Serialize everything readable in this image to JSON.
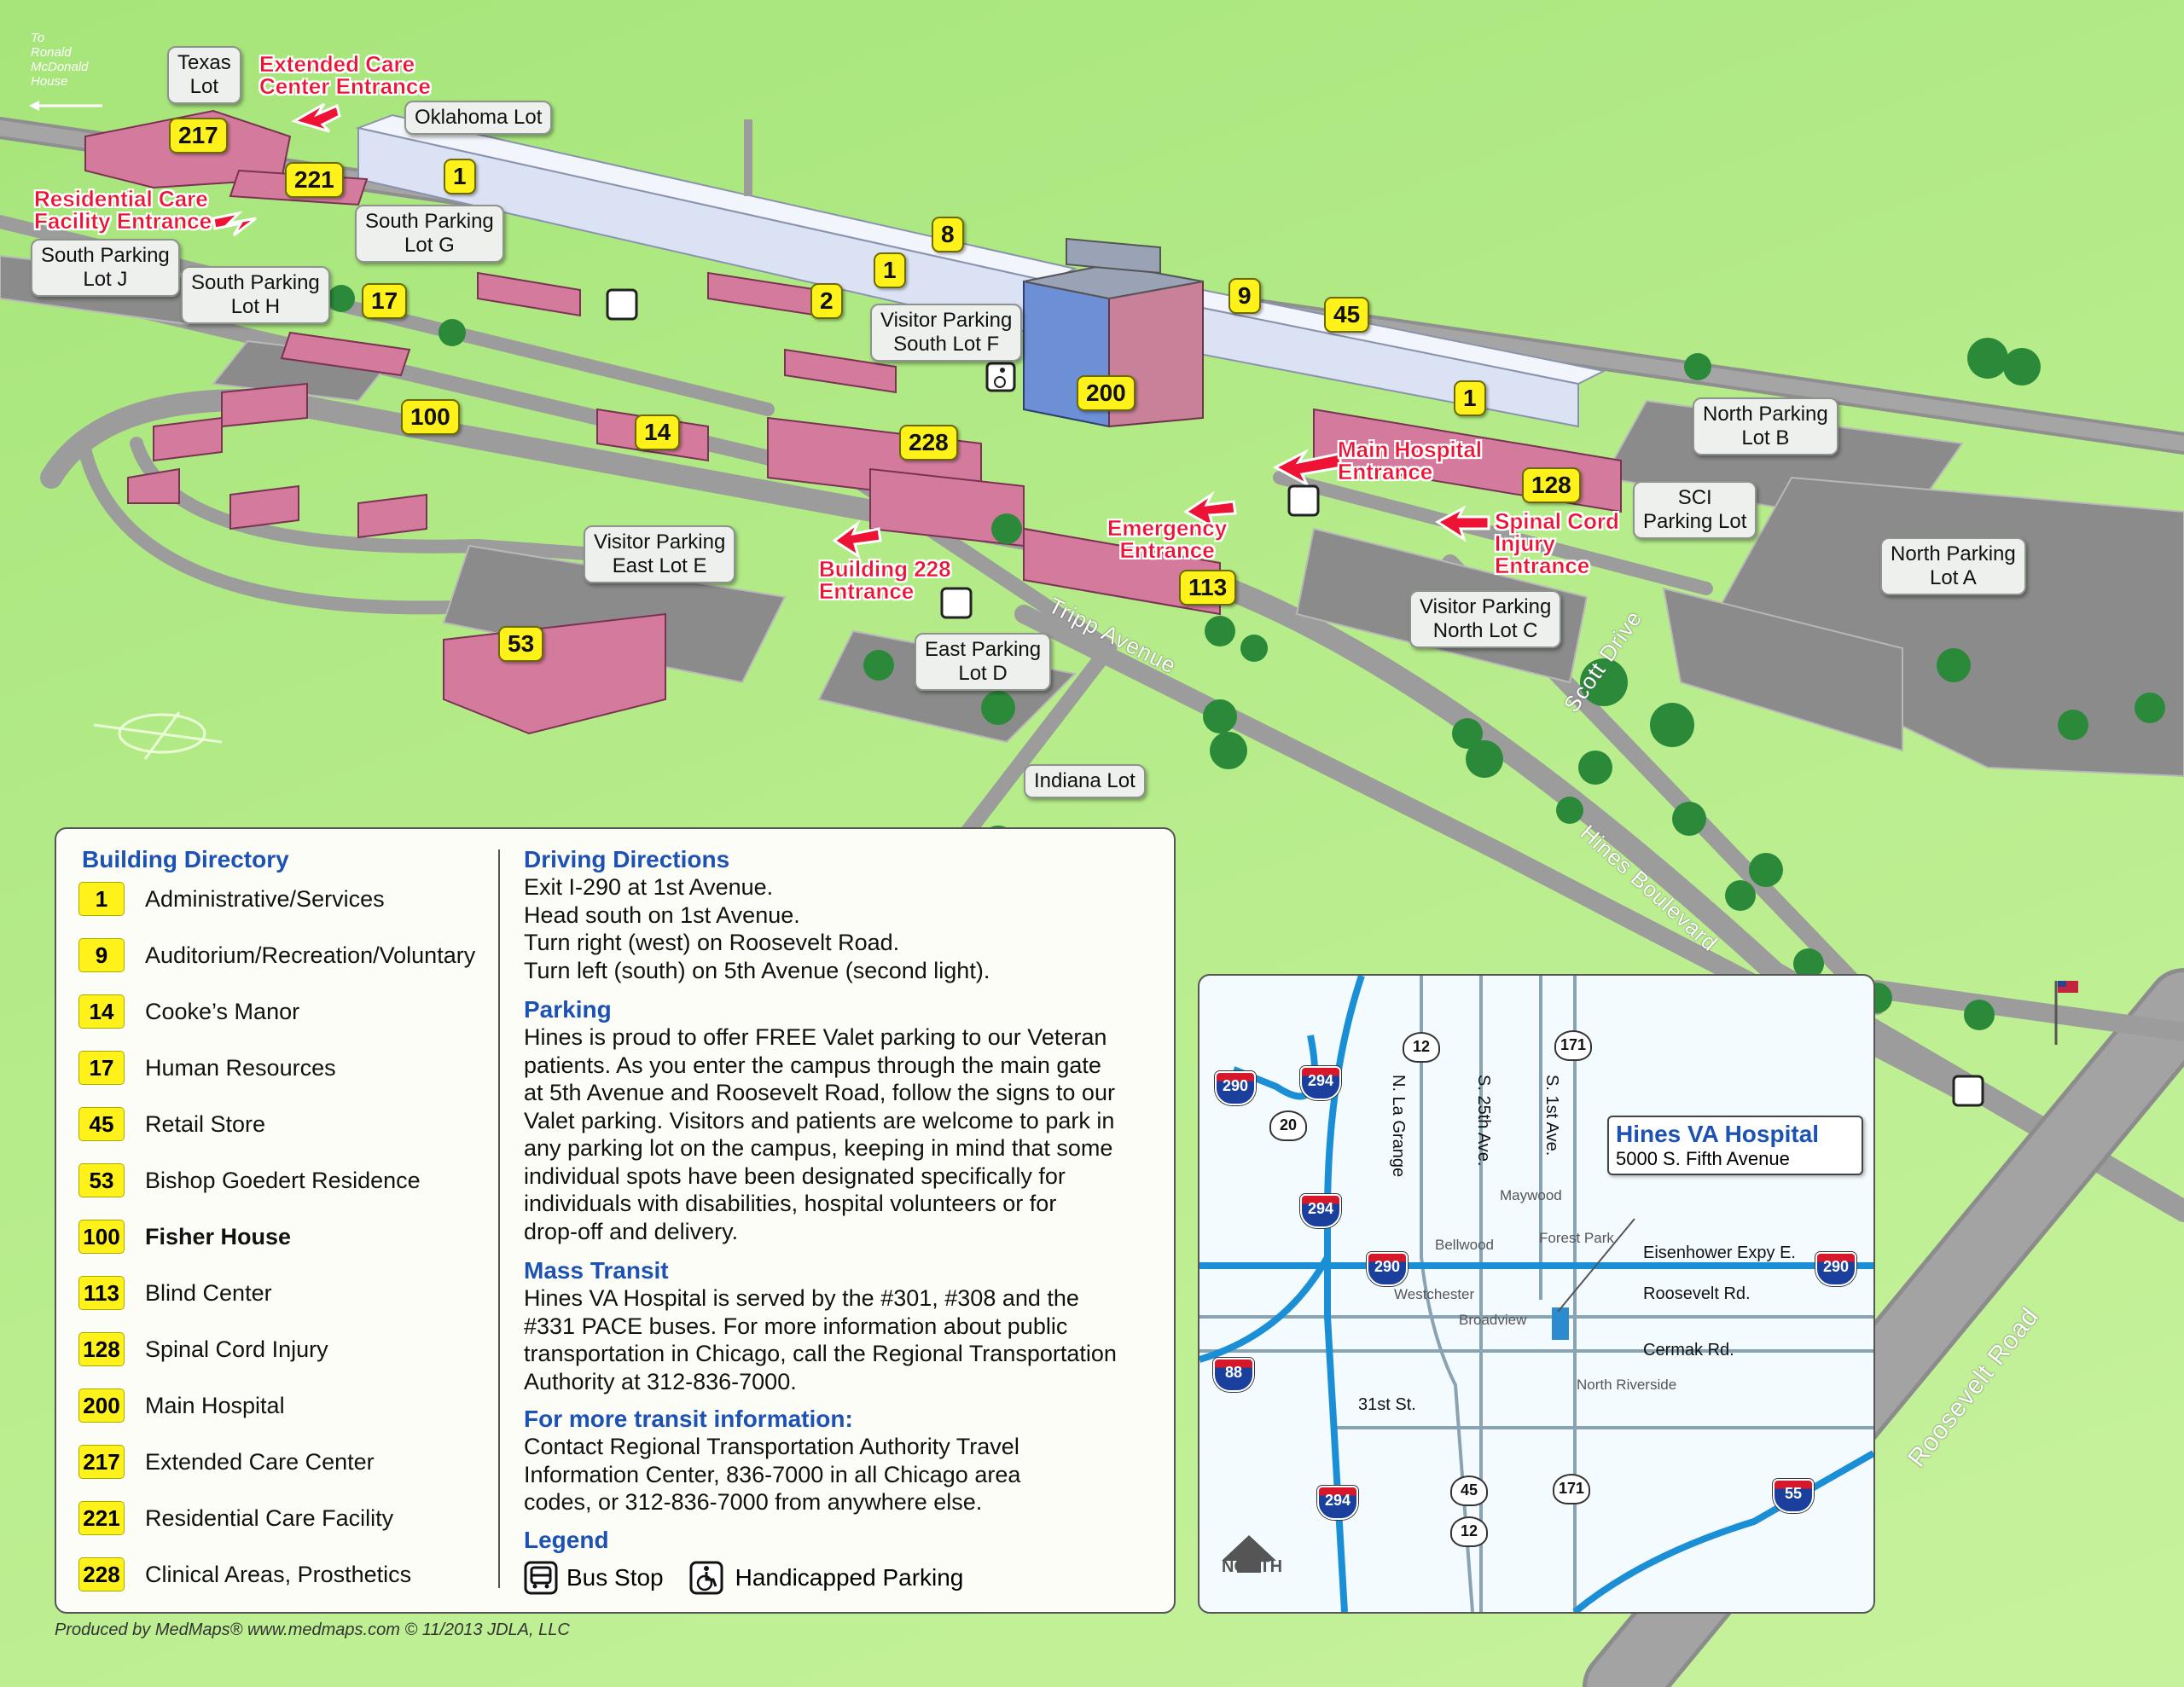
{
  "map": {
    "roads": [
      "Tripp Avenue",
      "Scott Drive",
      "Hines Boulevard",
      "Roosevelt Road"
    ],
    "arrow_note": [
      "To",
      "Ronald",
      "McDonald",
      "House"
    ],
    "lots": {
      "texas": [
        "Texas",
        "Lot"
      ],
      "oklahoma": [
        "Oklahoma Lot"
      ],
      "south_g": [
        "South Parking",
        "Lot G"
      ],
      "south_j": [
        "South Parking",
        "Lot J"
      ],
      "south_h": [
        "South Parking",
        "Lot H"
      ],
      "visitor_f": [
        "Visitor Parking",
        "South Lot F"
      ],
      "north_b": [
        "North Parking",
        "Lot B"
      ],
      "sci": [
        "SCI",
        "Parking Lot"
      ],
      "north_a": [
        "North Parking",
        "Lot A"
      ],
      "visitor_e": [
        "Visitor Parking",
        "East Lot E"
      ],
      "east_d": [
        "East Parking",
        "Lot D"
      ],
      "visitor_c": [
        "Visitor Parking",
        "North Lot C"
      ],
      "indiana": [
        "Indiana Lot"
      ]
    },
    "entrances": {
      "extended": [
        "Extended Care",
        "Center Entrance"
      ],
      "residential": [
        "Residential Care",
        "Facility Entrance"
      ],
      "main": [
        "Main Hospital",
        "Entrance"
      ],
      "emergency": [
        "Emergency",
        "Entrance"
      ],
      "spinal": [
        "Spinal Cord",
        "Injury",
        "Entrance"
      ],
      "b228": [
        "Building 228",
        "Entrance"
      ]
    },
    "building_numbers": {
      "b217": "217",
      "b221": "221",
      "b1a": "1",
      "b8": "8",
      "b1b": "1",
      "b2": "2",
      "b17": "17",
      "b9": "9",
      "b45": "45",
      "b200": "200",
      "b1c": "1",
      "b100": "100",
      "b14": "14",
      "b228": "228",
      "b128": "128",
      "b113": "113",
      "b53": "53"
    }
  },
  "directory": {
    "title": "Building Directory",
    "items": [
      {
        "num": "1",
        "name": "Administrative/Services"
      },
      {
        "num": "9",
        "name": "Auditorium/Recreation/Voluntary"
      },
      {
        "num": "14",
        "name": "Cooke’s Manor"
      },
      {
        "num": "17",
        "name": "Human Resources"
      },
      {
        "num": "45",
        "name": "Retail Store"
      },
      {
        "num": "53",
        "name": "Bishop Goedert Residence"
      },
      {
        "num": "100",
        "name": "Fisher House"
      },
      {
        "num": "113",
        "name": "Blind Center"
      },
      {
        "num": "128",
        "name": "Spinal Cord Injury"
      },
      {
        "num": "200",
        "name": "Main Hospital"
      },
      {
        "num": "217",
        "name": "Extended Care Center"
      },
      {
        "num": "221",
        "name": "Residential Care Facility"
      },
      {
        "num": "228",
        "name": "Clinical Areas, Prosthetics"
      }
    ]
  },
  "driving": {
    "title": "Driving Directions",
    "lines": [
      "Exit I-290 at 1st Avenue.",
      "Head south on 1st Avenue.",
      "Turn right (west) on Roosevelt Road.",
      "Turn left (south) on 5th Avenue (second light)."
    ]
  },
  "parking": {
    "title": "Parking",
    "lines": [
      "Hines is proud to offer FREE Valet parking to our Veteran",
      "patients. As you enter the campus through the main gate",
      "at 5th Avenue and Roosevelt Road, follow the signs to our",
      "Valet parking. Visitors and patients are welcome to park in",
      "any parking lot on the campus, keeping in mind that some",
      "individual spots have been designated specifically for",
      "individuals with disabilities, hospital volunteers or for",
      "drop-off and delivery."
    ]
  },
  "transit": {
    "title": "Mass Transit",
    "lines": [
      "Hines VA Hospital is served by the #301, #308 and the",
      "#331 PACE buses. For more information about public",
      "transportation in Chicago, call the Regional Transportation",
      "Authority at 312-836-7000."
    ]
  },
  "more_transit": {
    "title": "For more transit information:",
    "lines": [
      "Contact Regional Transportation Authority Travel",
      "Information Center, 836-7000 in all Chicago area",
      "codes, or 312-836-7000 from anywhere else."
    ]
  },
  "legend": {
    "title": "Legend",
    "bus": "Bus Stop",
    "handicapped": "Handicapped Parking"
  },
  "inset": {
    "hospital_name": "Hines VA Hospital",
    "hospital_addr": "5000 S. Fifth Avenue",
    "streets": {
      "la_grange": "N. La Grange",
      "s25": "S. 25th Ave.",
      "s1": "S. 1st Ave.",
      "eisenhower": "Eisenhower Expy E.",
      "roosevelt": "Roosevelt Rd.",
      "cermak": "Cermak Rd.",
      "s31": "31st St."
    },
    "towns": {
      "maywood": "Maywood",
      "forest_park": "Forest Park",
      "bellwood": "Bellwood",
      "westchester": "Westchester",
      "broadview": "Broadview",
      "north_riverside": "North Riverside"
    },
    "shields": {
      "i290a": "290",
      "i294a": "294",
      "r20": "20",
      "r12a": "12",
      "r171a": "171",
      "i294b": "294",
      "i290b": "290",
      "i290c": "290",
      "i88": "88",
      "i294c": "294",
      "r45": "45",
      "r12b": "12",
      "r171b": "171",
      "i55": "55"
    },
    "north": "NORTH"
  },
  "credits": "Produced by MedMaps® www.medmaps.com © 11/2013 JDLA, LLC",
  "colors": {
    "entrance_red": "#ee1335",
    "label_yellow": "#fff21a",
    "heading_blue": "#1c52b3",
    "interstate_blue": "#1a3f9c",
    "interstate_red": "#d7182a"
  }
}
